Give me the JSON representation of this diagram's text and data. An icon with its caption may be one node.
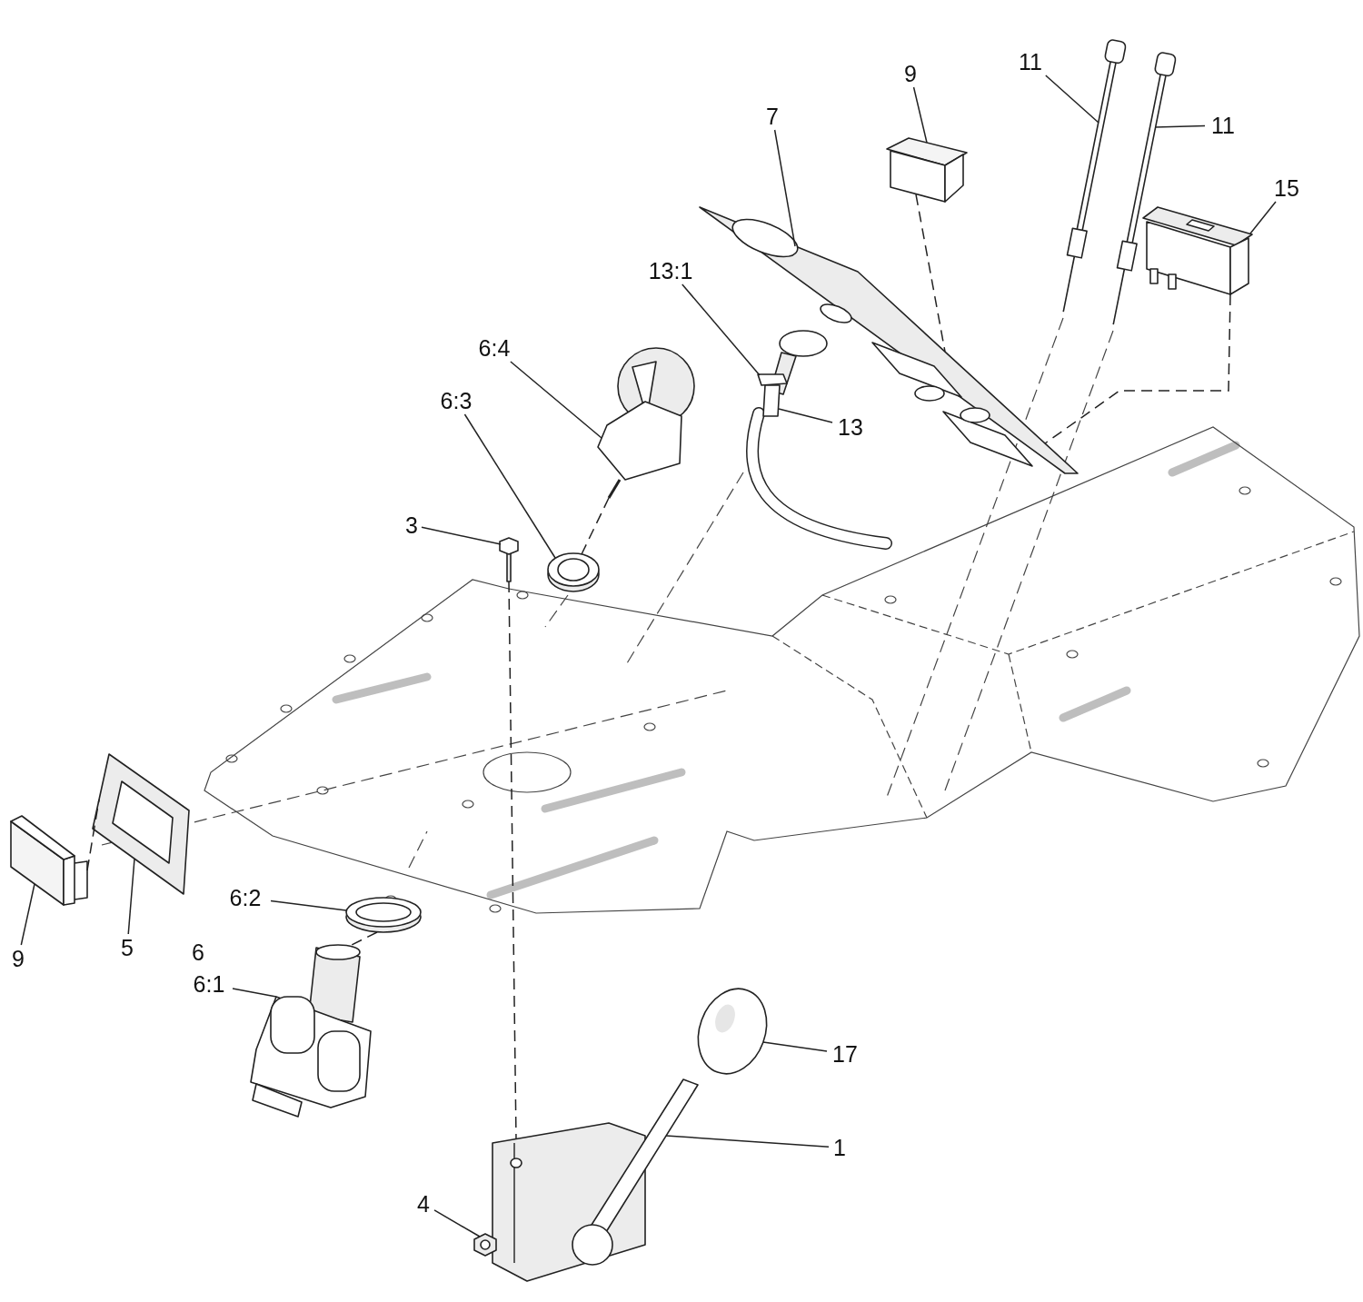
{
  "diagram": {
    "nodes": [
      {
        "text": [
          "11"
        ]
      },
      {
        "text": [
          "9"
        ]
      },
      {
        "text": [
          "11"
        ]
      },
      {
        "text": [
          "7"
        ]
      },
      {
        "text": [
          "15"
        ]
      },
      {
        "text": [
          "13:1"
        ]
      },
      {
        "text": [
          "6:4"
        ]
      },
      {
        "text": [
          "6:3"
        ]
      },
      {
        "text": [
          "13"
        ]
      },
      {
        "text": [
          "3"
        ]
      },
      {
        "text": [
          "6:2"
        ]
      },
      {
        "text": [
          "6:1"
        ]
      },
      {
        "text": [
          "5"
        ]
      },
      {
        "text": [
          "9"
        ]
      },
      {
        "text": [
          "17"
        ]
      },
      {
        "text": [
          "1"
        ]
      },
      {
        "text": [
          "4"
        ]
      },
      {
        "text": [],
        "shape": "picture"
      },
      {
        "text": [],
        "shape": "box"
      },
      {
        "text": [],
        "shape": "picture"
      },
      {
        "text": [],
        "shape": "picture"
      },
      {
        "text": [],
        "shape": "picture"
      },
      {
        "text": [],
        "shape": "picture"
      },
      {
        "text": [],
        "shape": "picture"
      },
      {
        "text": [],
        "shape": "picture"
      },
      {
        "text": [],
        "shape": "picture"
      },
      {
        "text": [],
        "shape": "box"
      },
      {
        "text": [],
        "shape": "picture"
      },
      {
        "text": [],
        "shape": "picture"
      },
      {
        "text": [],
        "shape": "picture"
      },
      {
        "text": [],
        "shape": "circle"
      },
      {
        "text": [],
        "shape": "picture"
      },
      {
        "text": [],
        "shape": "picture"
      }
    ],
    "edges": [
      {
        "from": 0,
        "to": 17,
        "arrow": "none"
      },
      {
        "from": 1,
        "to": 18,
        "arrow": "none"
      },
      {
        "from": 2,
        "to": 19,
        "arrow": "none"
      },
      {
        "from": 3,
        "to": 20,
        "arrow": "none"
      },
      {
        "from": 4,
        "to": 21,
        "arrow": "none"
      },
      {
        "from": 5,
        "to": 22,
        "arrow": "none"
      },
      {
        "from": 6,
        "to": 23,
        "arrow": "none"
      },
      {
        "from": 7,
        "to": 24,
        "arrow": "none"
      },
      {
        "from": 8,
        "to": 22,
        "arrow": "none"
      },
      {
        "from": 9,
        "to": 25,
        "arrow": "none"
      },
      {
        "from": 10,
        "to": 28,
        "arrow": "none"
      },
      {
        "from": 11,
        "to": 29,
        "arrow": "none"
      },
      {
        "from": 12,
        "to": 27,
        "arrow": "none"
      },
      {
        "from": 13,
        "to": 26,
        "arrow": "none"
      },
      {
        "from": 14,
        "to": 30,
        "arrow": "none"
      },
      {
        "from": 15,
        "to": 31,
        "arrow": "none"
      },
      {
        "from": 16,
        "to": 32,
        "arrow": "none"
      },
      {
        "from": 18,
        "to": 20,
        "arrow": "none",
        "style": "dashed"
      },
      {
        "from": 21,
        "to": 20,
        "arrow": "none",
        "style": "dashed"
      },
      {
        "from": 23,
        "to": 24,
        "arrow": "none",
        "style": "dashed"
      },
      {
        "from": 25,
        "to": 31,
        "arrow": "none",
        "style": "dashed"
      },
      {
        "from": 28,
        "to": 29,
        "arrow": "none",
        "style": "dashed"
      },
      {
        "from": 26,
        "to": 27,
        "arrow": "none",
        "style": "dashed"
      }
    ],
    "labels": [
      "6"
    ]
  }
}
